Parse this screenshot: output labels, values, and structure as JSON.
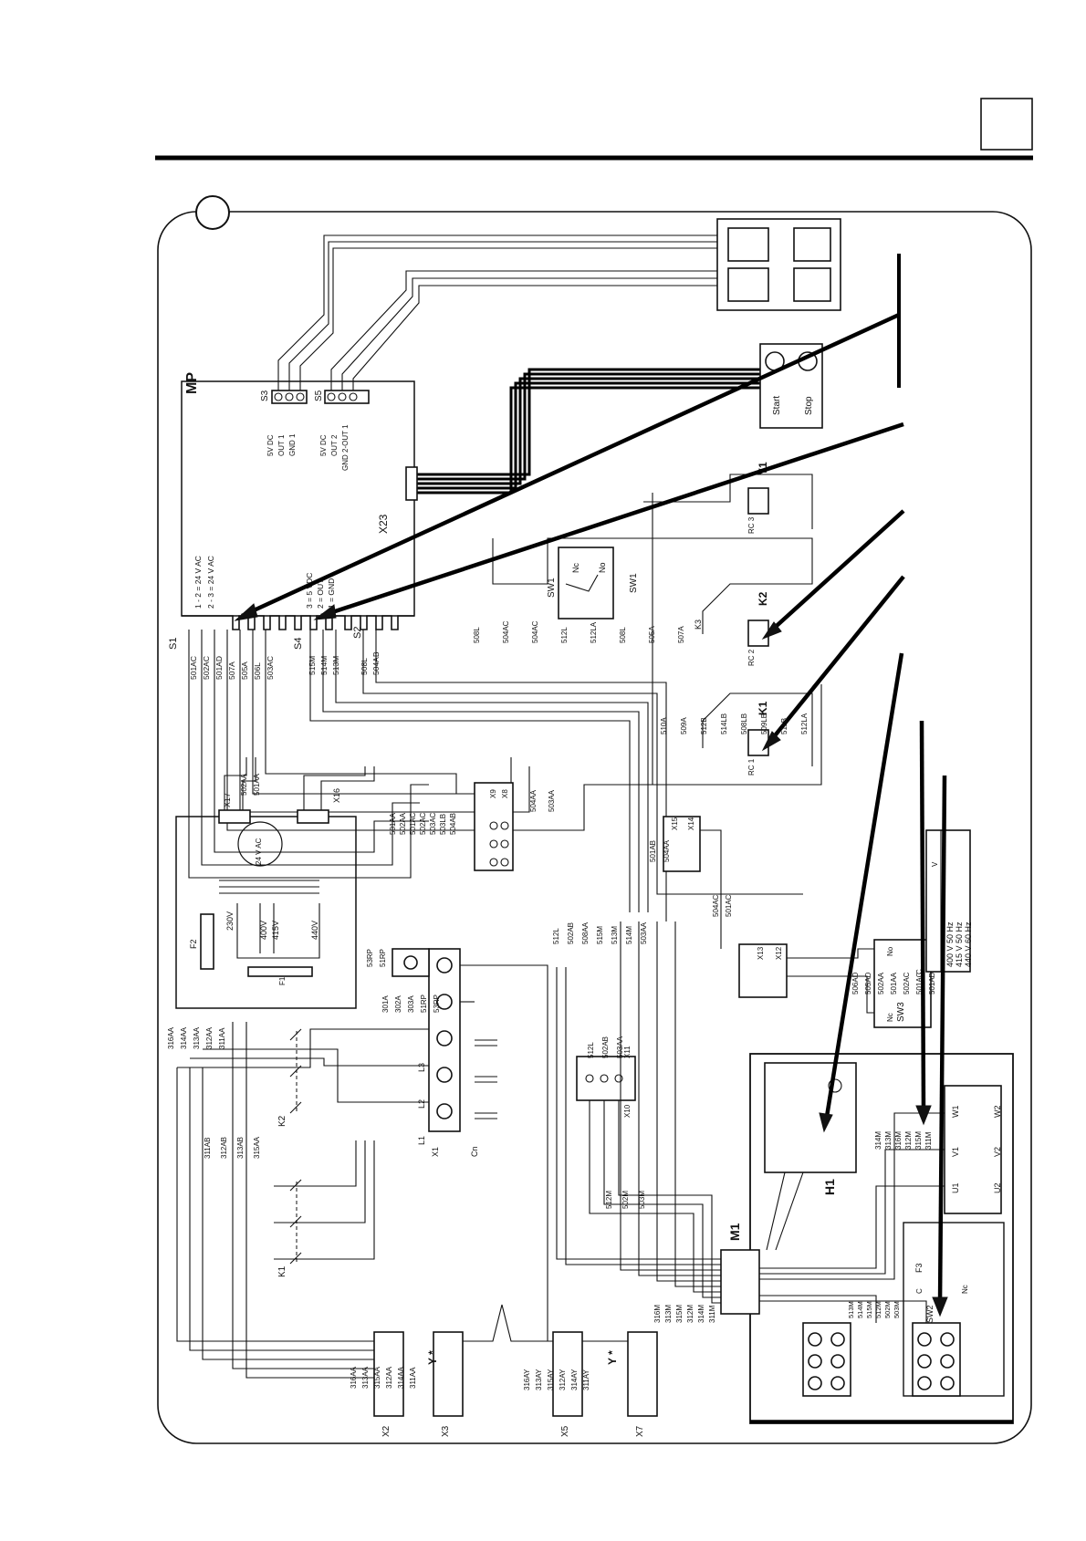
{
  "header": {
    "corner_box": ""
  },
  "blocks": {
    "mp": "MP",
    "x23": "X23",
    "s1": "S1",
    "s4": "S4",
    "s2": "S2",
    "s3": "S3",
    "s5": "S5",
    "sw1a": "SW1",
    "sw1b": "SW1",
    "sw3": "SW3",
    "sw2": "SW2",
    "k1": "K1",
    "k2": "K2",
    "k3": "K3",
    "y1": "Y1",
    "rc1": "RC 1",
    "rc2": "RC 2",
    "rc3": "RC 3",
    "m1": "M1",
    "h1": "H1",
    "f1": "F1",
    "f2": "F2",
    "f3": "F3",
    "x1": "X1",
    "x2": "X2",
    "x3": "X3",
    "x5": "X5",
    "x7": "X7",
    "x10": "X10",
    "x11": "X11",
    "x12": "X12",
    "x13": "X13",
    "x14": "X14",
    "x15": "X15",
    "x16": "X16",
    "x17": "X17",
    "x8": "X8",
    "x9": "X9",
    "cn": "Cn",
    "l1": "L1",
    "l2": "L2",
    "l3": "L3",
    "u1": "U1",
    "v1": "V1",
    "w1": "W1",
    "u2": "U2",
    "v2": "V2",
    "w2": "W2",
    "ystar_a": "Y *",
    "ystar_b": "Y *"
  },
  "labels": {
    "start": "Start",
    "stop": "Stop",
    "s1_1": "1 - 2 = 24 V AC",
    "s1_2": "2 - 3 = 24 V AC",
    "s4_1": "3 = 5 VDC",
    "s4_2": "2 = OUT",
    "s4_3": "1 = GND",
    "s3_a": "5V DC",
    "s3_b": "OUT 1",
    "s3_c": "GND 1",
    "s5_a": "5V DC",
    "s5_b": "OUT 2",
    "s5_c": "GND 2-OUT 1",
    "nc": "Nc",
    "no": "No",
    "c": "C",
    "v24ac": "24 V AC",
    "v230": "230V",
    "v400": "400V",
    "v415": "415V",
    "v440": "440V"
  },
  "voltage_table": {
    "header": "V",
    "rows": [
      "400 V 50 Hz",
      "415 V 50 Hz",
      "440 V 60 Hz"
    ]
  },
  "wires": {
    "s1": [
      "501AC",
      "502AC",
      "501AD",
      "507A",
      "505A",
      "506L",
      "503AC"
    ],
    "s4": [
      "515M",
      "514M",
      "513M"
    ],
    "s2": [
      "508L",
      "504AB"
    ],
    "mid": [
      "501AA",
      "502AA",
      "501AC",
      "502AC",
      "503AC",
      "503LB",
      "504AB"
    ],
    "x89": [
      "504AA",
      "503AA"
    ],
    "x1415": [
      "501AB",
      "504AA"
    ],
    "x13": [
      "504AC",
      "501AC"
    ],
    "x1011": [
      "512L",
      "502AB",
      "503AA"
    ],
    "vert": [
      "512L",
      "502AB",
      "508AA",
      "515M",
      "513M",
      "514M",
      "503AA"
    ],
    "m1low": [
      "512M",
      "502M",
      "503M"
    ],
    "x7": [
      "316M",
      "313M",
      "315M",
      "312M",
      "314M",
      "311M"
    ],
    "motor": [
      "314M",
      "313M",
      "316M",
      "312M",
      "315M",
      "311M"
    ],
    "m1terms": [
      "513M",
      "514M",
      "515M",
      "512M",
      "502M",
      "503M"
    ],
    "k_top": [
      "316AA",
      "314AA",
      "313AA",
      "312AA",
      "311AA"
    ],
    "k_mid": [
      "311AB",
      "312AB",
      "313AB",
      "315AA"
    ],
    "x2": [
      "316AA",
      "313AA",
      "315AA",
      "312AA",
      "314AA",
      "311AA"
    ],
    "x5": [
      "316AY",
      "313AY",
      "315AY",
      "312AY",
      "314AY",
      "311AY"
    ],
    "l123": [
      "301A",
      "302A",
      "303A",
      "51RP",
      "53RP"
    ],
    "trafo": [
      "53RP",
      "51RP"
    ],
    "x17": [
      "502AA",
      "501AA"
    ],
    "ab": [
      "508L",
      "504AC",
      "504AC",
      "512L",
      "512LA",
      "508L",
      "505A",
      "507A",
      "510A",
      "509A",
      "512B",
      "514LB",
      "508LB",
      "509LB",
      "511B",
      "512LA",
      "506AD",
      "505AD",
      "502AA",
      "501AA",
      "502AC",
      "501AC",
      "501AD"
    ]
  }
}
